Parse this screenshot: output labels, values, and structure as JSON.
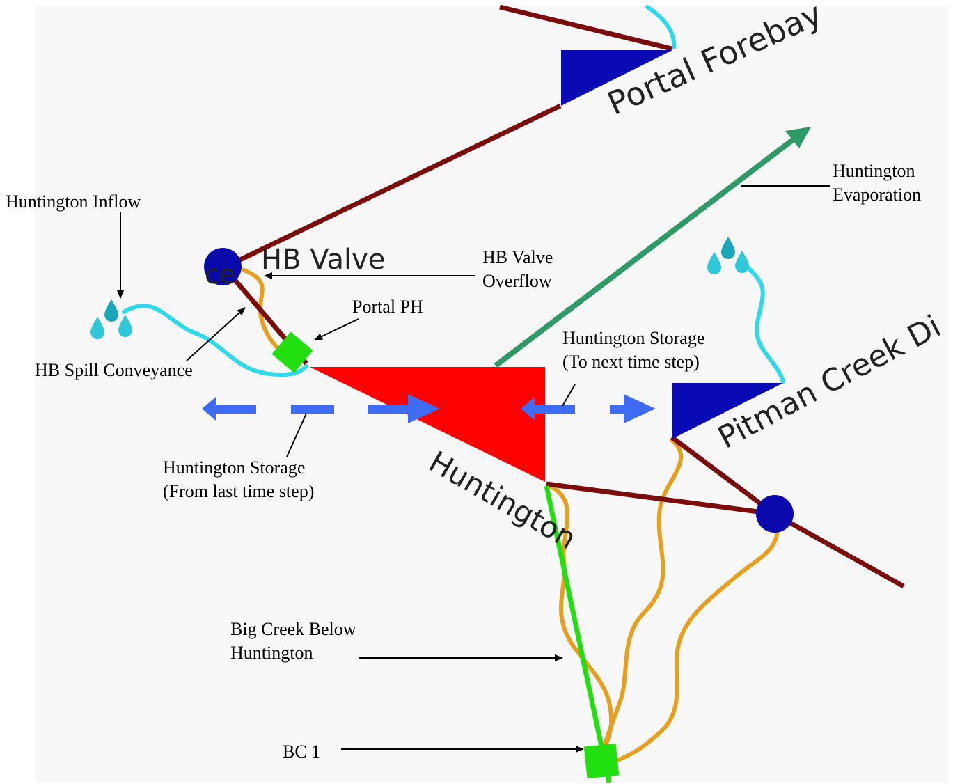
{
  "colors": {
    "panel": "#f8f8f8",
    "conveyance": "#7a0c0c",
    "river": "#2fd9ec",
    "return_flow": "#e89f1e",
    "reservoir": "#ff0000",
    "forebay": "#0a0ab4",
    "junction": "#0a0aac",
    "powerhouse": "#22e010",
    "evaporation": "#2e9a68",
    "storage_arrow": "#3f6cf5",
    "annotation_arrow": "#000000"
  },
  "map_labels": {
    "portal_forebay": "Portal Forebay",
    "hb_valve": "HB Valve",
    "hb_valve_fragment": "ce",
    "pitman_creek": "Pitman Creek Di",
    "huntington": "Huntington"
  },
  "annotations": {
    "huntington_inflow": "Huntington Inflow",
    "hb_valve_overflow_1": "HB Valve",
    "hb_valve_overflow_2": "Overflow",
    "portal_ph": "Portal PH",
    "hb_spill_conveyance": "HB Spill Conveyance",
    "huntington_evaporation_1": "Huntington",
    "huntington_evaporation_2": "Evaporation",
    "storage_next_1": "Huntington Storage",
    "storage_next_2": "(To next time step)",
    "storage_last_1": "Huntington Storage",
    "storage_last_2": "(From last time step)",
    "big_creek_below_1": "Big Creek Below",
    "big_creek_below_2": "Huntington",
    "bc1": "BC 1"
  }
}
